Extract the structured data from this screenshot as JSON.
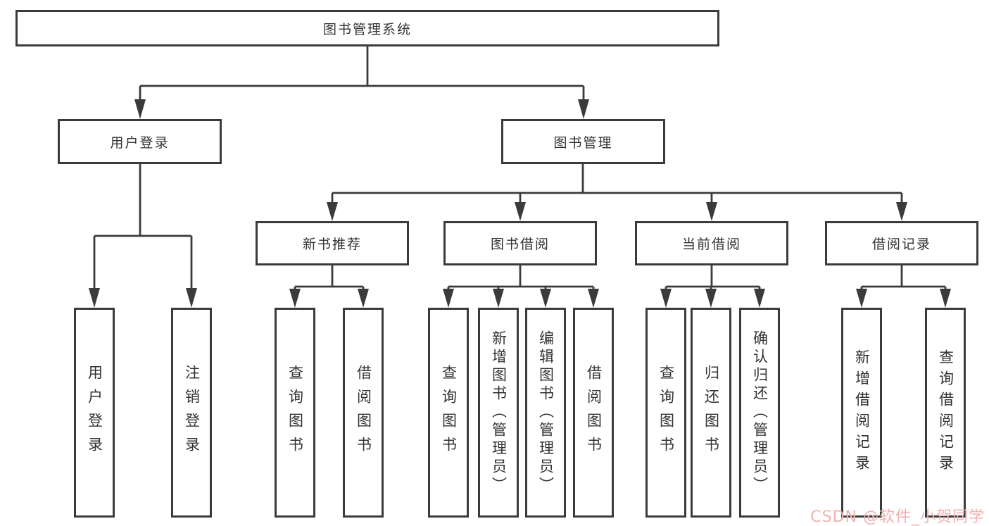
{
  "diagram": {
    "title": "图书管理系统",
    "root": {
      "label": "图书管理系统"
    },
    "level2": [
      {
        "label": "用户登录"
      },
      {
        "label": "图书管理"
      }
    ],
    "level3": [
      {
        "label": "新书推荐"
      },
      {
        "label": "图书借阅"
      },
      {
        "label": "当前借阅"
      },
      {
        "label": "借阅记录"
      }
    ],
    "leaves": [
      {
        "label": "用户登录",
        "parent": "用户登录"
      },
      {
        "label": "注销登录",
        "parent": "用户登录"
      },
      {
        "label": "查询图书",
        "parent": "新书推荐"
      },
      {
        "label": "借阅图书",
        "parent": "新书推荐"
      },
      {
        "label": "查询图书",
        "parent": "图书借阅"
      },
      {
        "label": "新增图书（管理员）",
        "parent": "图书借阅"
      },
      {
        "label": "编辑图书（管理员）",
        "parent": "图书借阅"
      },
      {
        "label": "借阅图书",
        "parent": "图书借阅"
      },
      {
        "label": "查询图书",
        "parent": "当前借阅"
      },
      {
        "label": "归还图书",
        "parent": "当前借阅"
      },
      {
        "label": "确认归还（管理员）",
        "parent": "当前借阅"
      },
      {
        "label": "新增借阅记录",
        "parent": "借阅记录"
      },
      {
        "label": "查询借阅记录",
        "parent": "借阅记录"
      }
    ]
  },
  "watermark": {
    "text": "CSDN @软件_小贺同学",
    "color": "#f0b2ae"
  },
  "colors": {
    "line": "#3b3b3b",
    "border": "#3b3b3b",
    "text": "#333333",
    "background": "#ffffff"
  }
}
